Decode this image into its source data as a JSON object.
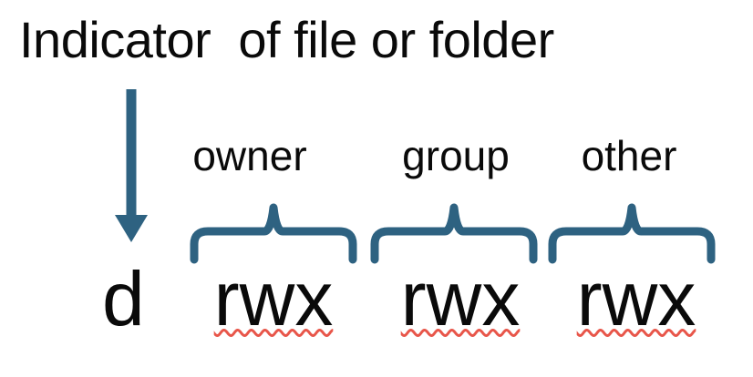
{
  "diagram": {
    "title": "Indicator  of file or folder",
    "indicator_value": "d",
    "permission_groups": [
      {
        "label": "owner",
        "permissions": "rwx"
      },
      {
        "label": "group",
        "permissions": "rwx"
      },
      {
        "label": "other",
        "permissions": "rwx"
      }
    ],
    "icons": {
      "arrow": "down-arrow-icon",
      "brace": "curly-brace-over"
    },
    "colors": {
      "accent_blue": "#2e6281",
      "squiggle_red": "#e8564a",
      "text_black": "#0a0a0a"
    }
  }
}
